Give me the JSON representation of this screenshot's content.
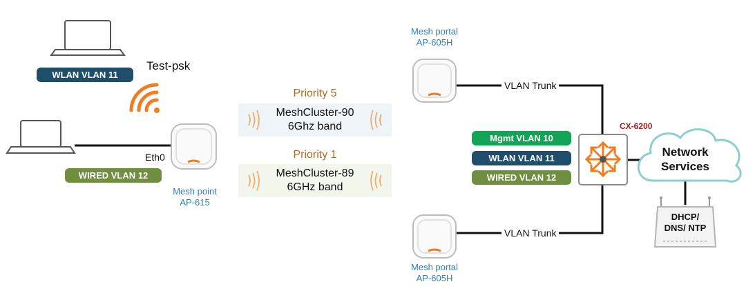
{
  "colors": {
    "wlan_pill": "#1f4e6b",
    "wired_pill": "#6f8e3f",
    "mgmt_pill": "#13a555",
    "label_blue": "#2a7fc1",
    "priority_text": "#b46a1e",
    "wifi_orange": "#f07d22",
    "switch_label": "#b01b1b",
    "cloud_stroke": "#8dcfcf"
  },
  "client_laptop": {
    "vlan_label": "WLAN VLAN 11",
    "ssid": "Test-psk",
    "icon": "wifi-icon"
  },
  "wired_laptop": {
    "vlan_label": "WIRED VLAN 12",
    "port_label": "Eth0"
  },
  "mesh_point": {
    "role": "Mesh point",
    "model": "AP-615"
  },
  "mesh_links": [
    {
      "priority": "Priority 5",
      "cluster": "MeshCluster-90",
      "band": "6Ghz band"
    },
    {
      "priority": "Priority 1",
      "cluster": "MeshCluster-89",
      "band": "6GHz band"
    }
  ],
  "mesh_portals": [
    {
      "role": "Mesh portal",
      "model": "AP-605H",
      "uplink": "VLAN Trunk"
    },
    {
      "role": "Mesh portal",
      "model": "AP-605H",
      "uplink": "VLAN Trunk"
    }
  ],
  "switch": {
    "model": "CX-6200",
    "vlans": [
      "Mgmt VLAN 10",
      "WLAN VLAN 11",
      "WIRED VLAN 12"
    ]
  },
  "cloud": {
    "label_line1": "Network",
    "label_line2": "Services"
  },
  "server": {
    "label_line1": "DHCP/",
    "label_line2": "DNS/ NTP"
  }
}
